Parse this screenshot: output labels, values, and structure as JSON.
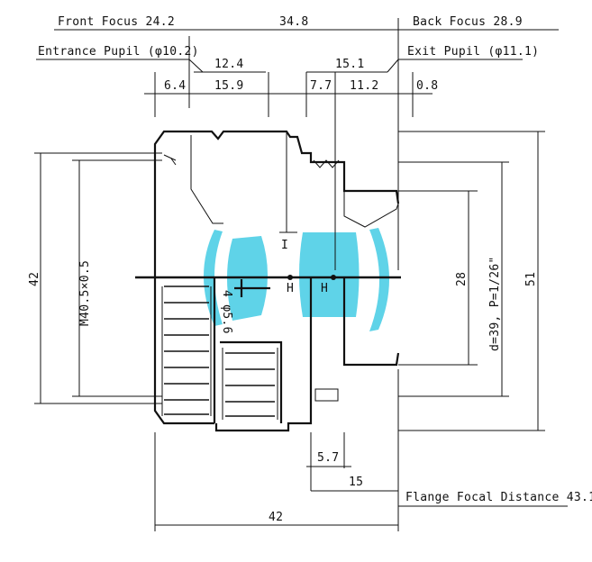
{
  "top": {
    "front_focus": "Front Focus 24.2",
    "total": "34.8",
    "back_focus": "Back Focus 28.9",
    "entrance_pupil": "Entrance Pupil (φ10.2)",
    "exit_pupil": "Exit Pupil (φ11.1)",
    "d_12_4": "12.4",
    "d_15_1": "15.1",
    "d_6_4": "6.4",
    "d_15_9": "15.9",
    "d_7_7": "7.7",
    "d_11_2": "11.2",
    "d_0_8": "0.8"
  },
  "left": {
    "d_42": "42",
    "thread": "M40.5×0.5"
  },
  "right": {
    "d_28": "28",
    "filter": "d=39, P=1/26\"",
    "d_51": "51"
  },
  "center": {
    "aperture_label": "4  φ5.6",
    "h1": "H",
    "h2": "H",
    "mark_I": "I"
  },
  "bottom": {
    "d_5_7": "5.7",
    "d_15": "15",
    "flange": "Flange Focal Distance 43.1",
    "d_42": "42"
  },
  "colors": {
    "lens": "#5fd3e8",
    "line": "#111111"
  }
}
